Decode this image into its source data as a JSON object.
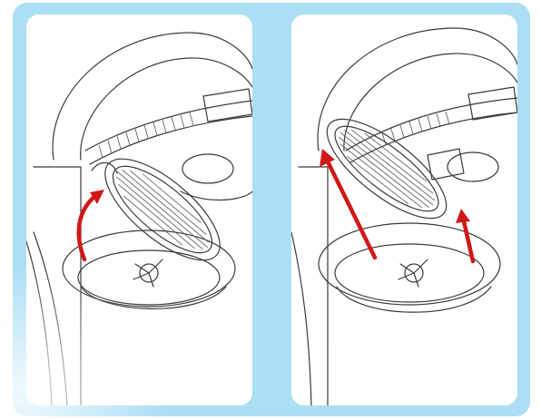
{
  "steps": [
    {
      "id": "step-1",
      "action": "lift-filter-lid-open",
      "arrow_count": 1
    },
    {
      "id": "step-2",
      "action": "pull-filter-out-upward",
      "arrow_count": 2
    }
  ],
  "colors": {
    "frame": "#aadff4",
    "panel": "#ffffff",
    "line": "#3a3a3a",
    "arrow": "#d01818"
  }
}
